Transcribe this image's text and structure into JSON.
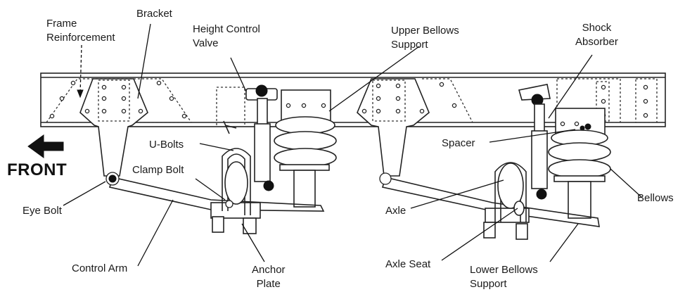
{
  "direction": {
    "label": "FRONT",
    "icon": "arrow-left-icon"
  },
  "labels": {
    "frame_reinforcement": [
      "Frame",
      "Reinforcement"
    ],
    "bracket": "Bracket",
    "height_control_valve": [
      "Height Control",
      "Valve"
    ],
    "upper_bellows_support": [
      "Upper Bellows",
      "Support"
    ],
    "shock_absorber": [
      "Shock",
      "Absorber"
    ],
    "spacer": "Spacer",
    "u_bolts": "U-Bolts",
    "clamp_bolt": "Clamp Bolt",
    "eye_bolt": "Eye Bolt",
    "bellows": "Bellows",
    "axle": "Axle",
    "control_arm": "Control Arm",
    "anchor_plate": [
      "Anchor",
      "Plate"
    ],
    "axle_seat": "Axle Seat",
    "lower_bellows_support": [
      "Lower Bellows",
      "Support"
    ]
  },
  "colors": {
    "ink": "#222222",
    "background": "#ffffff"
  }
}
